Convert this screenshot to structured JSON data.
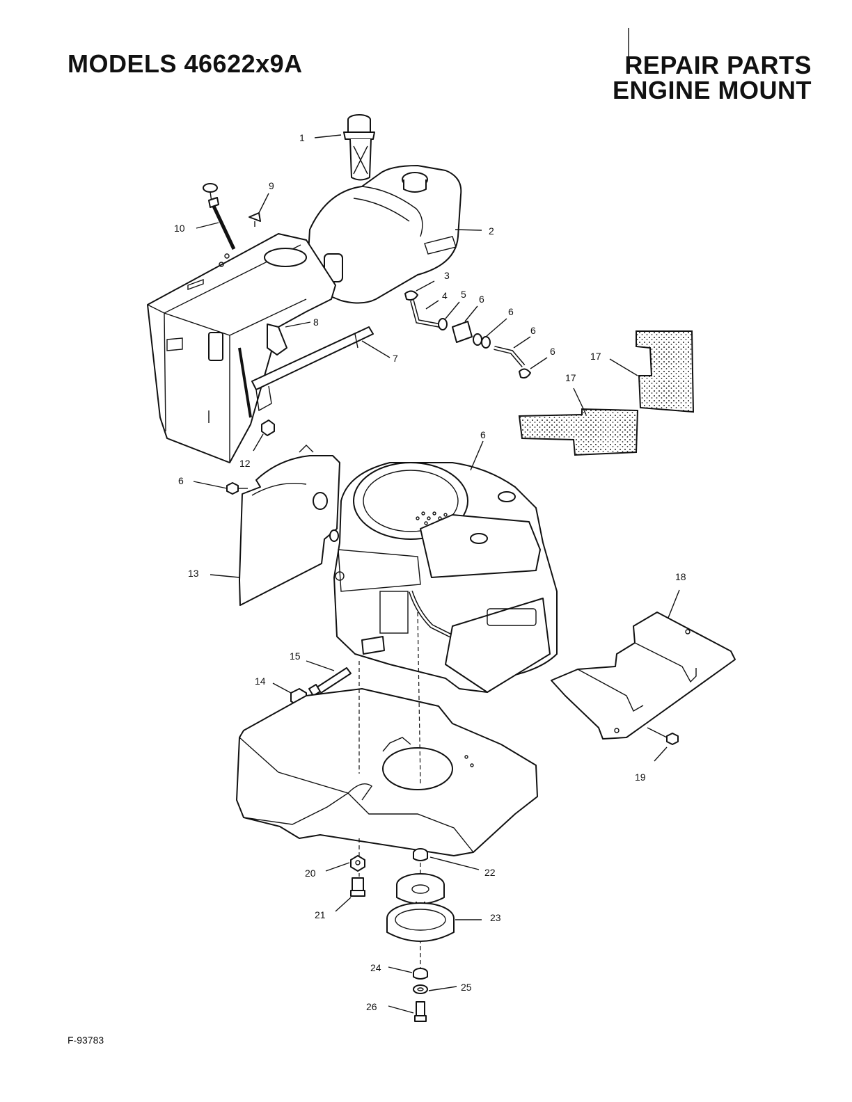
{
  "header": {
    "model_title": "MODELS 46622x9A",
    "title_line1": "REPAIR PARTS",
    "title_line2": "ENGINE MOUNT"
  },
  "footer": {
    "figure_number": "F-93783"
  },
  "callouts": [
    {
      "id": "c1",
      "label": "1"
    },
    {
      "id": "c2",
      "label": "2"
    },
    {
      "id": "c3",
      "label": "3"
    },
    {
      "id": "c4",
      "label": "4"
    },
    {
      "id": "c5",
      "label": "5"
    },
    {
      "id": "c6a",
      "label": "6"
    },
    {
      "id": "c6b",
      "label": "6"
    },
    {
      "id": "c6c",
      "label": "6"
    },
    {
      "id": "c6d",
      "label": "6"
    },
    {
      "id": "c6e",
      "label": "6"
    },
    {
      "id": "c6f",
      "label": "6"
    },
    {
      "id": "c7",
      "label": "7"
    },
    {
      "id": "c8",
      "label": "8"
    },
    {
      "id": "c9",
      "label": "9"
    },
    {
      "id": "c10",
      "label": "10"
    },
    {
      "id": "c12",
      "label": "12"
    },
    {
      "id": "c13",
      "label": "13"
    },
    {
      "id": "c14",
      "label": "14"
    },
    {
      "id": "c15",
      "label": "15"
    },
    {
      "id": "c17a",
      "label": "17"
    },
    {
      "id": "c17b",
      "label": "17"
    },
    {
      "id": "c18",
      "label": "18"
    },
    {
      "id": "c19",
      "label": "19"
    },
    {
      "id": "c20",
      "label": "20"
    },
    {
      "id": "c21",
      "label": "21"
    },
    {
      "id": "c22",
      "label": "22"
    },
    {
      "id": "c23",
      "label": "23"
    },
    {
      "id": "c24",
      "label": "24"
    },
    {
      "id": "c25",
      "label": "25"
    },
    {
      "id": "c26",
      "label": "26"
    }
  ]
}
